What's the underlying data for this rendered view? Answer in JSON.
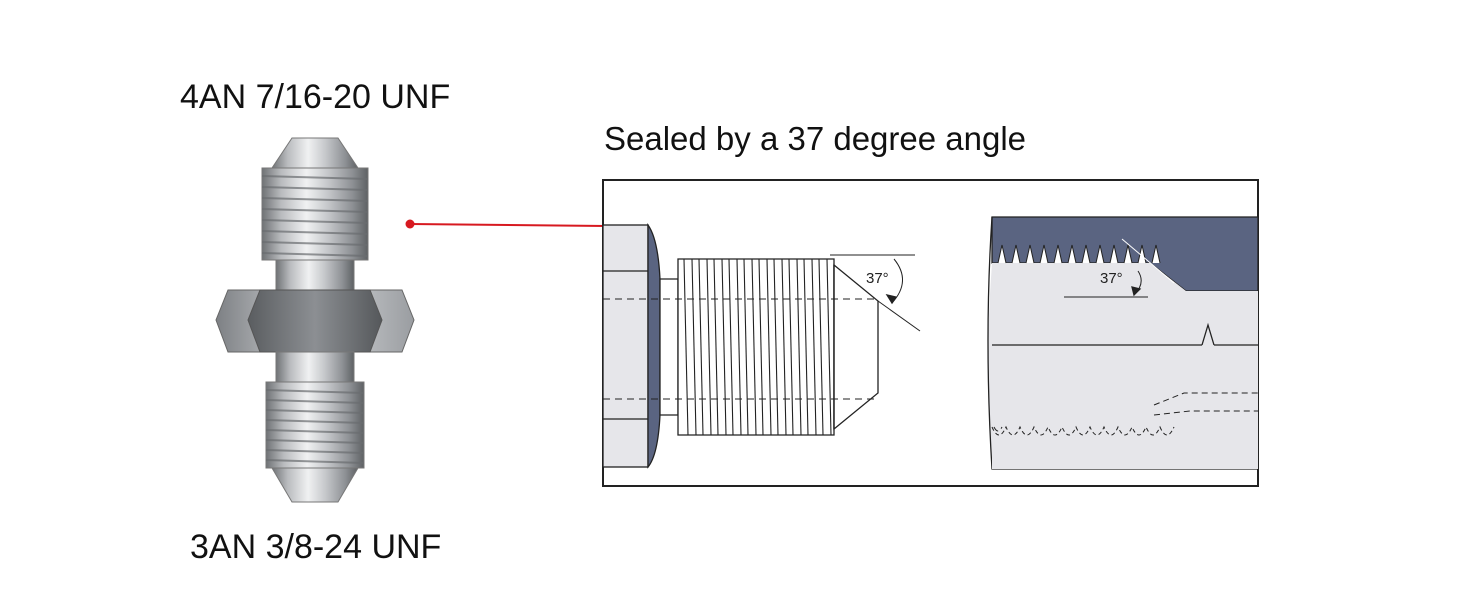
{
  "labels": {
    "top_thread": "4AN 7/16-20 UNF",
    "bottom_thread": "3AN 3/8-24 UNF",
    "caption": "Sealed by a 37 degree angle"
  },
  "detail": {
    "male_angle_label": "37°",
    "female_angle_label": "37°"
  },
  "colors": {
    "callout": "#d71920",
    "seal_blue": "#5a6481",
    "body_grey": "#e6e6ea",
    "steel": "#a7a9ad"
  }
}
